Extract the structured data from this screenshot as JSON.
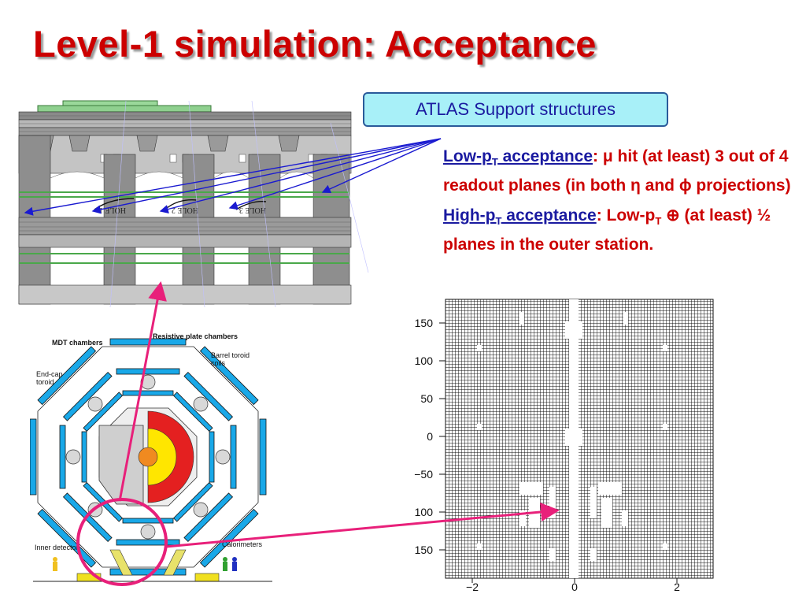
{
  "slide": {
    "title": "Level-1 simulation: Acceptance",
    "support_label": "ATLAS Support structures",
    "low_pt": {
      "label_prefix": "Low-p",
      "label_sub": "T",
      "label_suffix": " acceptance",
      "text": ": μ hit (at least) 3 out of 4 readout planes (in both η and ϕ projections)"
    },
    "high_pt": {
      "label_prefix": "High-p",
      "label_sub": "T",
      "label_suffix": " acceptance",
      "text_a": ": Low-p",
      "text_sub": "T",
      "text_b": " ⊕ (at least) ½ planes in the outer station."
    }
  },
  "structure_drawing": {
    "hole_labels": [
      "HOLE 1",
      "HOLE 2",
      "HOLE 3"
    ]
  },
  "detector_drawing": {
    "labels": {
      "mdt": "MDT chambers",
      "rpc": "Resistive plate chambers",
      "barrel_toroid": "Barrel toroid coils",
      "endcap_toroid": "End-cap toroid",
      "inner": "Inner detector",
      "calorimeters": "Calorimeters"
    }
  },
  "plot": {
    "y_ticks": [
      "150",
      "100",
      "50",
      "0",
      "−50",
      "100",
      "150"
    ],
    "x_ticks": [
      "−2",
      "0",
      "2"
    ]
  },
  "colors": {
    "title": "#cc0000",
    "accent_text": "#1a1aa0",
    "highlight": "#e8207a",
    "arrow": "#1a1ad0"
  }
}
